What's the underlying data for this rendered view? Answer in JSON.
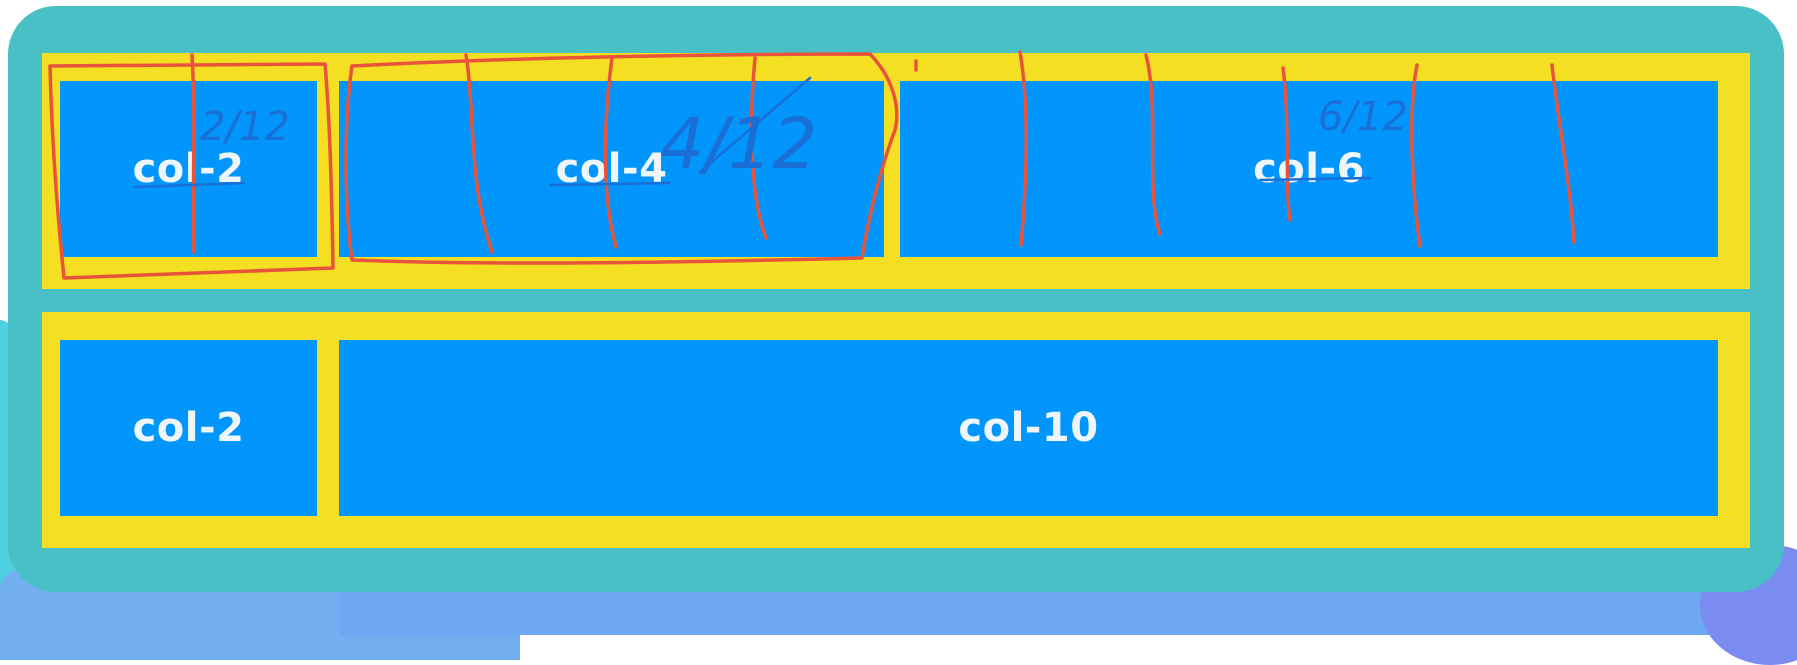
{
  "colors": {
    "frame": "#48c0c6",
    "row_background": "#f5df22",
    "column_fill": "#0295fb",
    "column_label": "#eef6fb",
    "annotation_red": "#e8533c",
    "annotation_blue": "#1a6fd6"
  },
  "rows": [
    {
      "columns": [
        {
          "label": "col-2",
          "span": 2
        },
        {
          "label": "col-4",
          "span": 4
        },
        {
          "label": "col-6",
          "span": 6
        }
      ]
    },
    {
      "columns": [
        {
          "label": "col-2",
          "span": 2
        },
        {
          "label": "col-10",
          "span": 10
        }
      ]
    }
  ],
  "handwritten_notes": {
    "note_col_2": "2/12",
    "note_col_4": "4/12",
    "note_col_6": "6/12"
  }
}
